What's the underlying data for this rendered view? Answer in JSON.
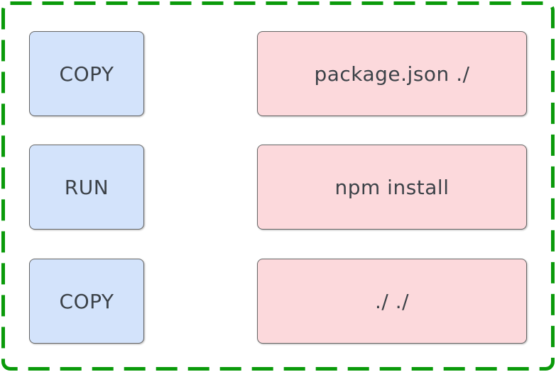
{
  "diagram": {
    "description": "Dockerfile instruction steps diagram",
    "rows": [
      {
        "instruction": "COPY",
        "argument": "package.json ./"
      },
      {
        "instruction": "RUN",
        "argument": "npm install"
      },
      {
        "instruction": "COPY",
        "argument": "./ ./"
      }
    ]
  },
  "colors": {
    "border_green": "#0a9a0a",
    "instruction_fill": "#d3e3fb",
    "argument_fill": "#fcd9dc",
    "box_border": "#666666",
    "text_color": "#3c4248",
    "canvas_bg": "#ffffff"
  }
}
